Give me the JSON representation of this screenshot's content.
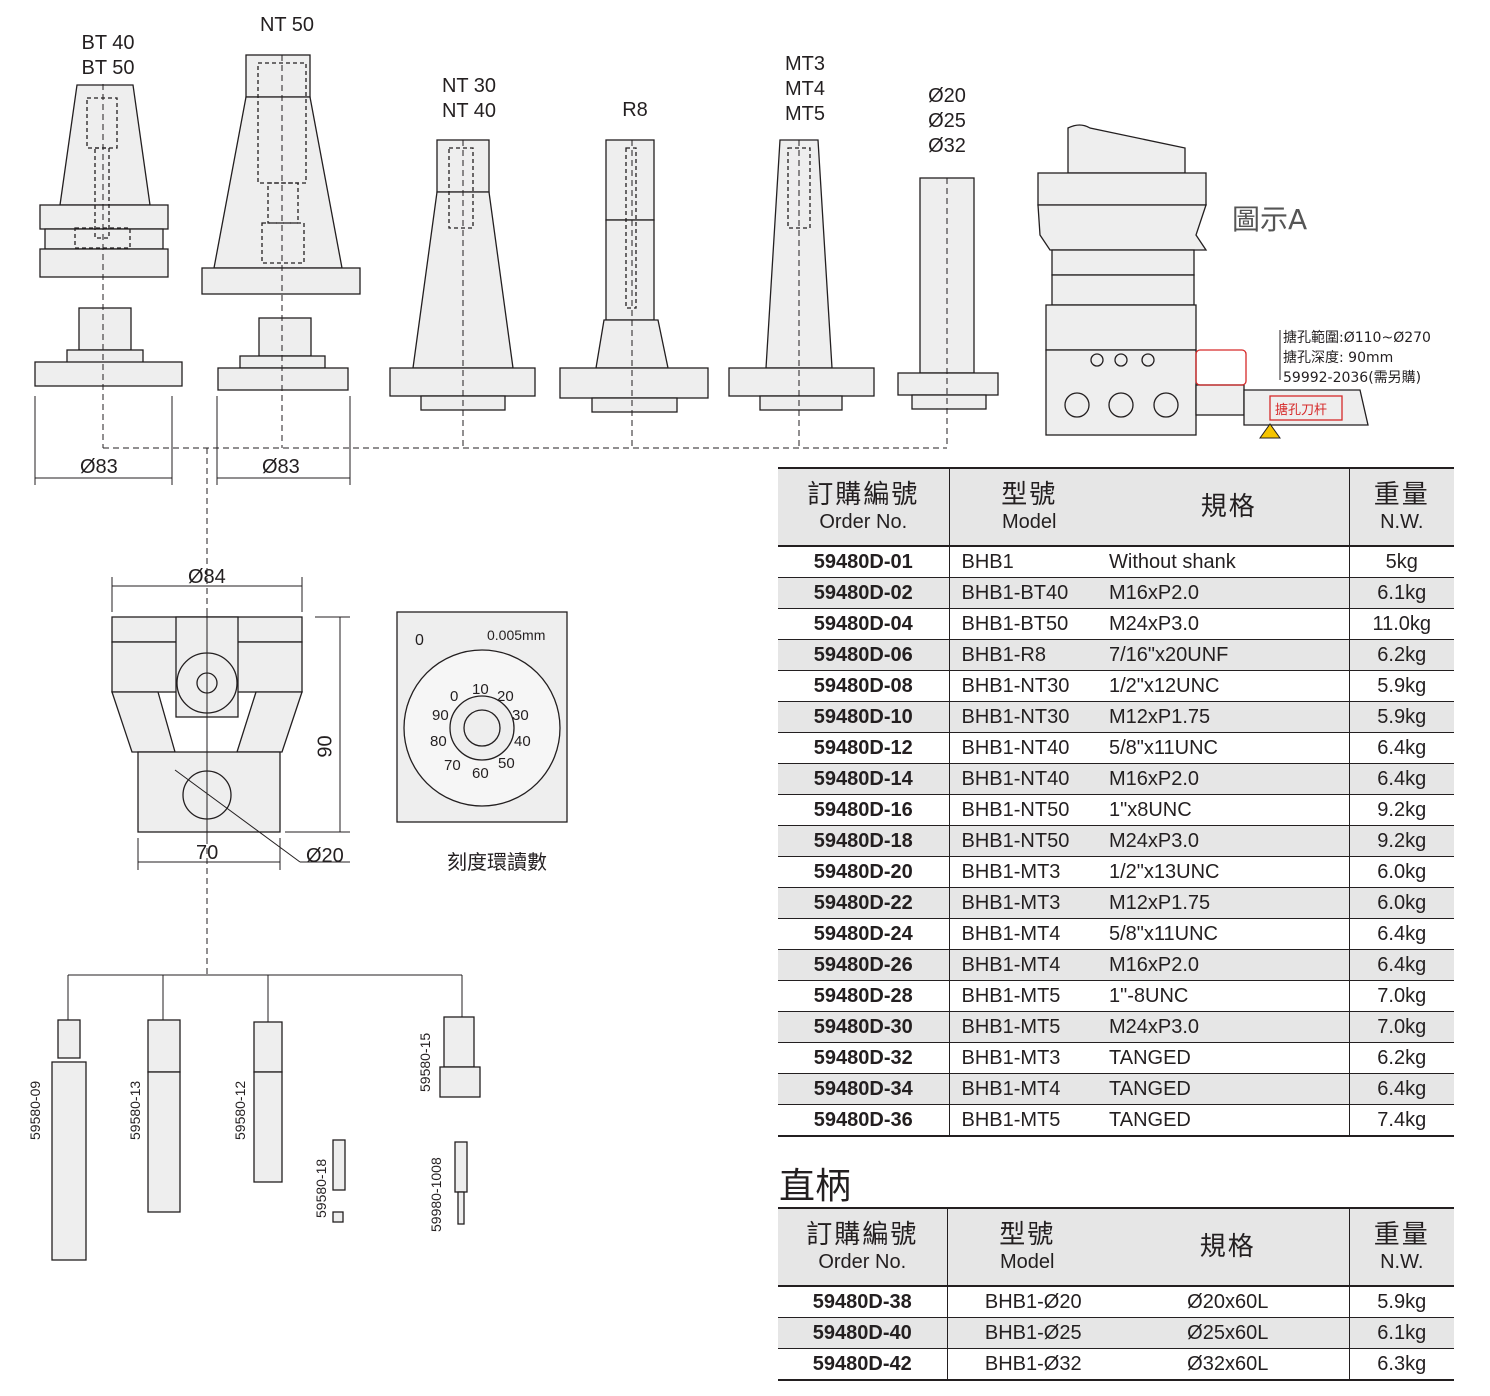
{
  "shank_labels": {
    "bt": [
      "BT 40",
      "BT 50"
    ],
    "nt50": [
      "NT 50"
    ],
    "nt": [
      "NT 30",
      "NT 40"
    ],
    "r8": [
      "R8"
    ],
    "mt": [
      "MT3",
      "MT4",
      "MT5"
    ],
    "straight": [
      "Ø20",
      "Ø25",
      "Ø32"
    ]
  },
  "fig_a": {
    "label": "圖示A",
    "note_range": "搪孔範圍:Ø110~Ø270",
    "note_depth": "搪孔深度: 90mm",
    "note_part": "59992-2036(需另購)",
    "bar_label": "搪孔刀杆"
  },
  "dims": {
    "d83_left": "Ø83",
    "d83_right": "Ø83",
    "d84": "Ø84",
    "h90": "90",
    "w70": "70",
    "d20": "Ø20",
    "scale_step": "0.005mm"
  },
  "dial": {
    "caption": "刻度環讀數",
    "zero_mark": "0",
    "numbers": [
      "0",
      "10",
      "20",
      "30",
      "40",
      "50",
      "60",
      "70",
      "80",
      "90"
    ]
  },
  "tools": [
    "59580-09",
    "59580-13",
    "59580-12",
    "59580-18",
    "59580-15",
    "59980-1008"
  ],
  "table1": {
    "headers": {
      "order_zh": "訂購編號",
      "order_en": "Order No.",
      "model_zh": "型號",
      "model_en": "Model",
      "spec_zh": "規格",
      "nw_zh": "重量",
      "nw_en": "N.W."
    },
    "rows": [
      {
        "order": "59480D-01",
        "model": "BHB1",
        "spec": "Without shank",
        "nw": "5kg"
      },
      {
        "order": "59480D-02",
        "model": "BHB1-BT40",
        "spec": "M16xP2.0",
        "nw": "6.1kg"
      },
      {
        "order": "59480D-04",
        "model": "BHB1-BT50",
        "spec": "M24xP3.0",
        "nw": "11.0kg"
      },
      {
        "order": "59480D-06",
        "model": "BHB1-R8",
        "spec": "7/16\"x20UNF",
        "nw": "6.2kg"
      },
      {
        "order": "59480D-08",
        "model": "BHB1-NT30",
        "spec": "1/2\"x12UNC",
        "nw": "5.9kg"
      },
      {
        "order": "59480D-10",
        "model": "BHB1-NT30",
        "spec": "M12xP1.75",
        "nw": "5.9kg"
      },
      {
        "order": "59480D-12",
        "model": "BHB1-NT40",
        "spec": "5/8\"x11UNC",
        "nw": "6.4kg"
      },
      {
        "order": "59480D-14",
        "model": "BHB1-NT40",
        "spec": "M16xP2.0",
        "nw": "6.4kg"
      },
      {
        "order": "59480D-16",
        "model": "BHB1-NT50",
        "spec": "1\"x8UNC",
        "nw": "9.2kg"
      },
      {
        "order": "59480D-18",
        "model": "BHB1-NT50",
        "spec": "M24xP3.0",
        "nw": "9.2kg"
      },
      {
        "order": "59480D-20",
        "model": "BHB1-MT3",
        "spec": "1/2\"x13UNC",
        "nw": "6.0kg"
      },
      {
        "order": "59480D-22",
        "model": "BHB1-MT3",
        "spec": "M12xP1.75",
        "nw": "6.0kg"
      },
      {
        "order": "59480D-24",
        "model": "BHB1-MT4",
        "spec": "5/8\"x11UNC",
        "nw": "6.4kg"
      },
      {
        "order": "59480D-26",
        "model": "BHB1-MT4",
        "spec": "M16xP2.0",
        "nw": "6.4kg"
      },
      {
        "order": "59480D-28",
        "model": "BHB1-MT5",
        "spec": "1\"-8UNC",
        "nw": "7.0kg"
      },
      {
        "order": "59480D-30",
        "model": "BHB1-MT5",
        "spec": "M24xP3.0",
        "nw": "7.0kg"
      },
      {
        "order": "59480D-32",
        "model": "BHB1-MT3",
        "spec": "TANGED",
        "nw": "6.2kg"
      },
      {
        "order": "59480D-34",
        "model": "BHB1-MT4",
        "spec": "TANGED",
        "nw": "6.4kg"
      },
      {
        "order": "59480D-36",
        "model": "BHB1-MT5",
        "spec": "TANGED",
        "nw": "7.4kg"
      }
    ]
  },
  "section2_title": "直柄",
  "table2": {
    "headers": {
      "order_zh": "訂購編號",
      "order_en": "Order No.",
      "model_zh": "型號",
      "model_en": "Model",
      "spec_zh": "規格",
      "nw_zh": "重量",
      "nw_en": "N.W."
    },
    "rows": [
      {
        "order": "59480D-38",
        "model": "BHB1-Ø20",
        "spec": "Ø20x60L",
        "nw": "5.9kg"
      },
      {
        "order": "59480D-40",
        "model": "BHB1-Ø25",
        "spec": "Ø25x60L",
        "nw": "6.1kg"
      },
      {
        "order": "59480D-42",
        "model": "BHB1-Ø32",
        "spec": "Ø32x60L",
        "nw": "6.3kg"
      }
    ]
  },
  "colors": {
    "shade": "#e6e6e6",
    "line": "#231f20",
    "red": "#d62a2a",
    "tool_fill": "#eeeeee"
  }
}
